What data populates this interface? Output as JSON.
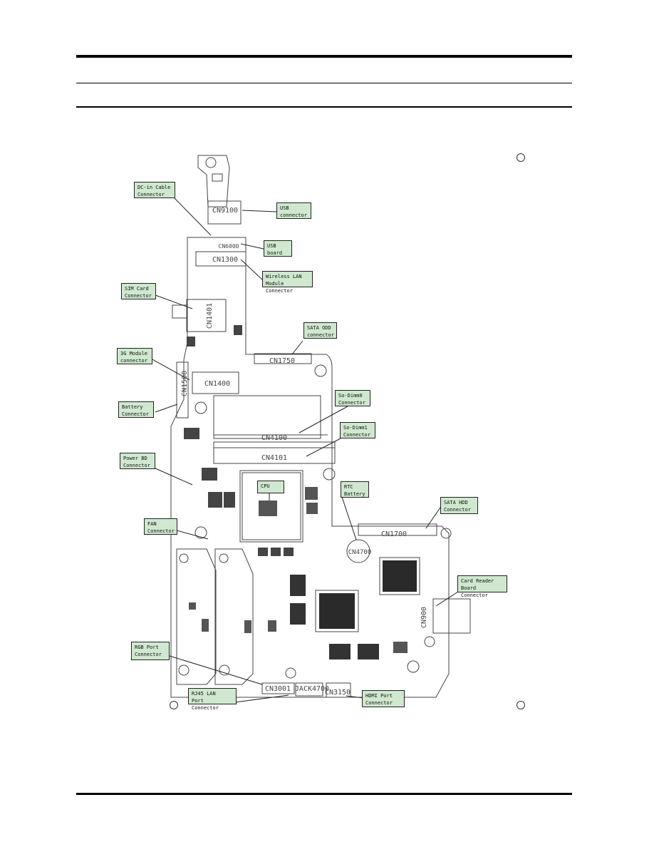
{
  "callouts": {
    "dc_in": "DC-in Cable\nConnector",
    "usb_conn": "USB\nconnector",
    "usb_board": "USB\nboard",
    "wlan": "Wireless LAN\nModule Connector",
    "sim": "SIM Card\nConnector",
    "sata_odd": "SATA ODD\nconnector",
    "g3": "3G Module\nconnector",
    "sodimm0": "So-Dimm0\nConnector",
    "battery": "Battery\nConnector",
    "sodimm1": "So-Dimm1\nConnector",
    "power_bd": "Power BD\nConnector",
    "cpu": "CPU",
    "rtc": "RTC\nBattery",
    "sata_hdd": "SATA HDD\nConnector",
    "fan": "FAN\nConnector",
    "card_reader": "Card Reader\nBoard Connector",
    "rgb": "RGB Port\nConnector",
    "rj45": "RJ45 LAN\nPort Connector",
    "hdmi": "HDMI Port\nConnector"
  },
  "refs": {
    "cn9100": "CN9100",
    "cn6000": "CN6000",
    "cn1300": "CN1300",
    "cn1401": "CN1401",
    "cn1750": "CN1750",
    "cn1400": "CN1400",
    "cn4100": "CN4100",
    "cn4101": "CN4101",
    "cn1700": "CN1700",
    "cn4700": "CN4700",
    "cn900": "CN900",
    "cn3001": "CN3001",
    "jack4700": "JACK4700",
    "cn3150": "CN3150",
    "cn1500": "CN1500"
  }
}
